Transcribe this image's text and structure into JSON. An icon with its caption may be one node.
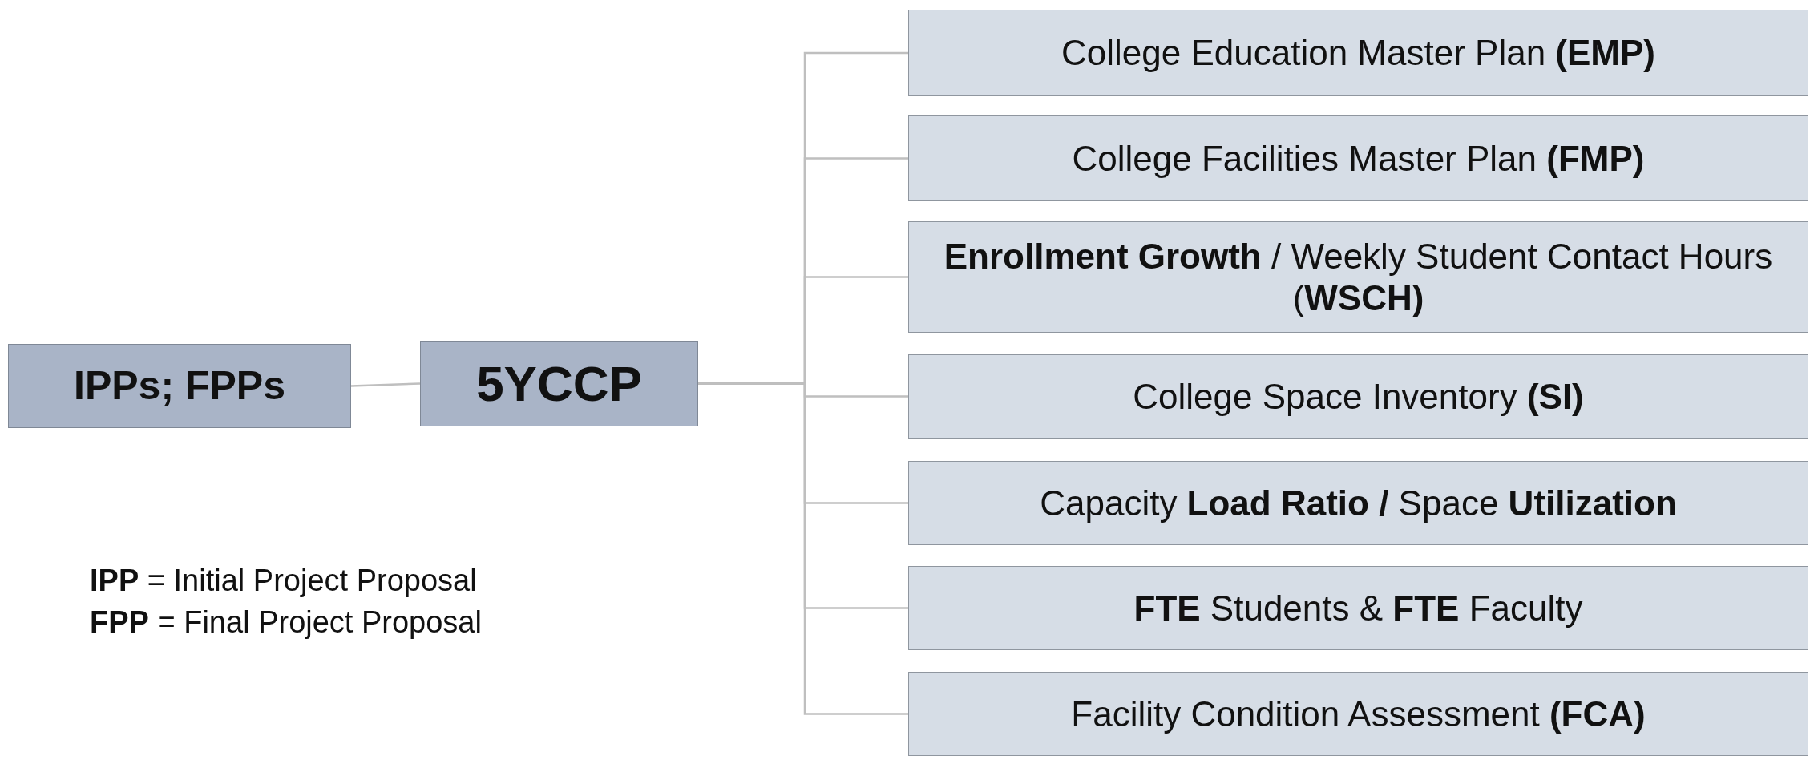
{
  "diagram": {
    "nodes": [
      {
        "text": [
          "IPPs; FPPs"
        ]
      },
      {
        "text": [
          "5YCCP"
        ]
      },
      {
        "text": [
          "College Education Master Plan **(EMP)**"
        ]
      },
      {
        "text": [
          "College Facilities Master Plan **(FMP)**"
        ]
      },
      {
        "text": [
          "**Enrollment Growth** / Weekly Student Contact Hours (**WSCH)**"
        ]
      },
      {
        "text": [
          "College Space Inventory **(SI)**"
        ]
      },
      {
        "text": [
          "Capacity **Load Ratio /** Space **Utilization**"
        ]
      },
      {
        "text": [
          "**FTE** Students & **FTE** Faculty"
        ]
      },
      {
        "text": [
          "Facility Condition Assessment **(FCA)**"
        ]
      }
    ],
    "edges": [
      {
        "from": 0,
        "to": 1,
        "arrow": "none"
      },
      {
        "from": 1,
        "to": 2,
        "arrow": "none"
      },
      {
        "from": 1,
        "to": 3,
        "arrow": "none"
      },
      {
        "from": 1,
        "to": 4,
        "arrow": "none"
      },
      {
        "from": 1,
        "to": 5,
        "arrow": "none"
      },
      {
        "from": 1,
        "to": 6,
        "arrow": "none"
      },
      {
        "from": 1,
        "to": 7,
        "arrow": "none"
      },
      {
        "from": 1,
        "to": 8,
        "arrow": "none"
      }
    ],
    "labels": [
      "**IPP** = Initial Project Proposal",
      "**FPP** = Final Project Proposal"
    ]
  }
}
